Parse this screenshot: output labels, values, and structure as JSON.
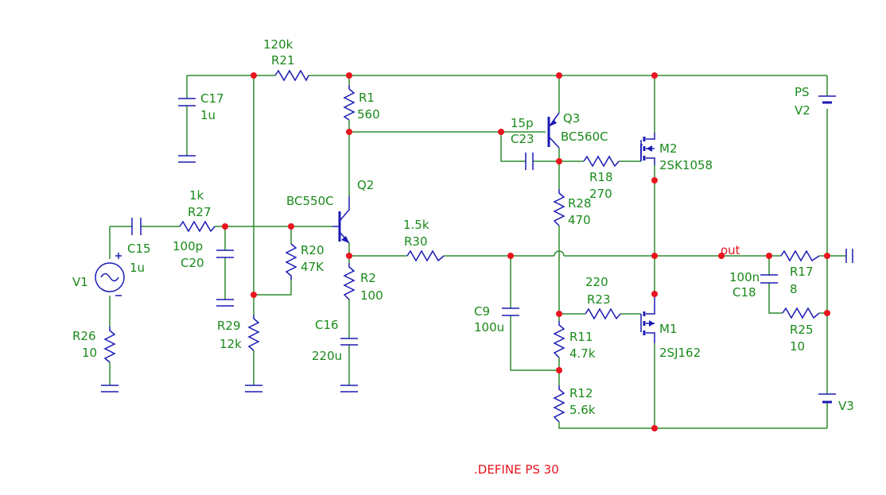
{
  "components": {
    "R21": {
      "name": "R21",
      "value": "120k"
    },
    "C17": {
      "name": "C17",
      "value": "1u"
    },
    "R1": {
      "name": "R1",
      "value": "560"
    },
    "Q3": {
      "name": "Q3",
      "value": "BC560C"
    },
    "C23": {
      "name": "C23",
      "value": "15p"
    },
    "M2": {
      "name": "M2",
      "value": "2SK1058"
    },
    "R18": {
      "name": "R18",
      "value": "270"
    },
    "PS": {
      "name": "PS",
      "value": "V2"
    },
    "Q2": {
      "name": "Q2",
      "value": "BC550C"
    },
    "R27": {
      "name": "R27",
      "value": "1k"
    },
    "C15": {
      "name": "C15",
      "value": "1u"
    },
    "C20": {
      "name": "C20",
      "value": "100p"
    },
    "R20": {
      "name": "R20",
      "value": "47K"
    },
    "R28": {
      "name": "R28",
      "value": "470"
    },
    "R30": {
      "name": "R30",
      "value": "1.5k"
    },
    "V1": {
      "name": "V1",
      "value": ""
    },
    "R2": {
      "name": "R2",
      "value": "100"
    },
    "R26": {
      "name": "R26",
      "value": "10"
    },
    "R29": {
      "name": "R29",
      "value": "12k"
    },
    "C16": {
      "name": "C16",
      "value": "220u"
    },
    "C9": {
      "name": "C9",
      "value": "100u"
    },
    "R23": {
      "name": "R23",
      "value": "220"
    },
    "R11": {
      "name": "R11",
      "value": "4.7k"
    },
    "M1": {
      "name": "M1",
      "value": "2SJ162"
    },
    "R12": {
      "name": "R12",
      "value": "5.6k"
    },
    "C18": {
      "name": "C18",
      "value": "100n"
    },
    "R17": {
      "name": "R17",
      "value": "8"
    },
    "R25": {
      "name": "R25",
      "value": "10"
    },
    "V3": {
      "name": "V3",
      "value": ""
    }
  },
  "net_labels": {
    "out": "out"
  },
  "directive": ".DEFINE PS 30",
  "colors": {
    "wire": "#2e8b2e",
    "component": "#1a1ab4",
    "label": "#1a8a1a",
    "node": "#e8141e"
  }
}
